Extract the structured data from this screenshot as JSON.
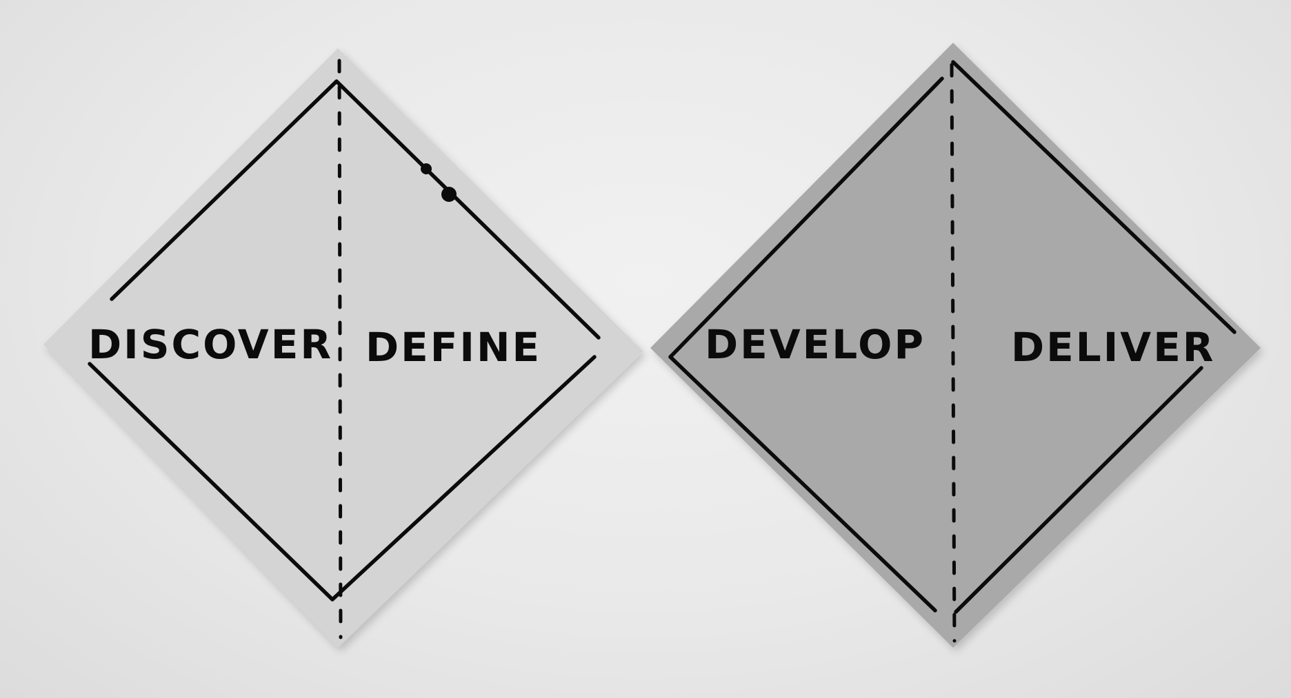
{
  "diamonds": [
    {
      "left_label": "DISCOVER",
      "right_label": "DEFINE",
      "fill": "#d4d4d4"
    },
    {
      "left_label": "DEVELOP",
      "right_label": "DELIVER",
      "fill": "#a9a9a9"
    }
  ],
  "colors": {
    "background": "#ececec",
    "ink": "#0b0b0b"
  }
}
